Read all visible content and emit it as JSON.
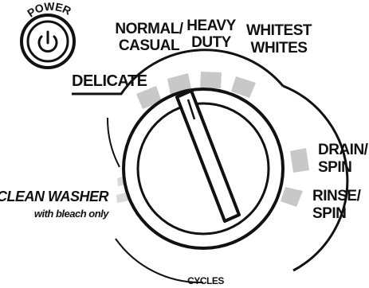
{
  "power": {
    "label": "POWER",
    "icon": "power-icon"
  },
  "dial": {
    "cycles_label": "CYCLES",
    "selected_cycle": "NORMAL/CASUAL",
    "cycles": [
      {
        "id": "delicate",
        "label": "DELICATE"
      },
      {
        "id": "normal-casual",
        "line1": "NORMAL/",
        "line2": "CASUAL"
      },
      {
        "id": "heavy-duty",
        "line1": "HEAVY",
        "line2": "DUTY"
      },
      {
        "id": "whitest-whites",
        "line1": "WHITEST",
        "line2": "WHITES"
      },
      {
        "id": "drain-spin",
        "line1": "DRAIN/",
        "line2": "SPIN"
      },
      {
        "id": "rinse-spin",
        "line1": "RINSE/",
        "line2": "SPIN"
      },
      {
        "id": "clean-washer",
        "line1": "CLEAN WASHER",
        "line2": "with bleach only"
      }
    ]
  },
  "colors": {
    "ink": "#111111",
    "segment_gray": "#c8c8c8",
    "light_segment": "#d9d9d9",
    "knob_face": "#ffffff"
  }
}
